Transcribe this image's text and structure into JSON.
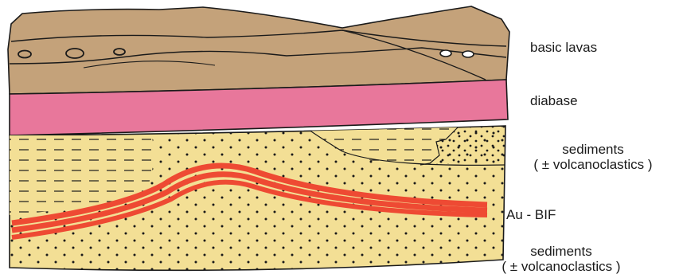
{
  "colors": {
    "basic_lavas": "#c4a27a",
    "diabase": "#e8779b",
    "sediments": "#f3df95",
    "bif_red": "#ee4a33",
    "bif_white": "#ffffff",
    "line": "#1a1a1a"
  },
  "layers": [
    {
      "id": "basic-lavas",
      "label": "basic lavas"
    },
    {
      "id": "diabase",
      "label": "diabase"
    },
    {
      "id": "upper-sediments",
      "label_line1": "sediments",
      "label_line2": "( ± volcanoclastics )"
    },
    {
      "id": "au-bif",
      "label": "Au - BIF"
    },
    {
      "id": "lower-sediments",
      "label_line1": "sediments",
      "label_line2": "( ± volcanoclastics )"
    }
  ]
}
